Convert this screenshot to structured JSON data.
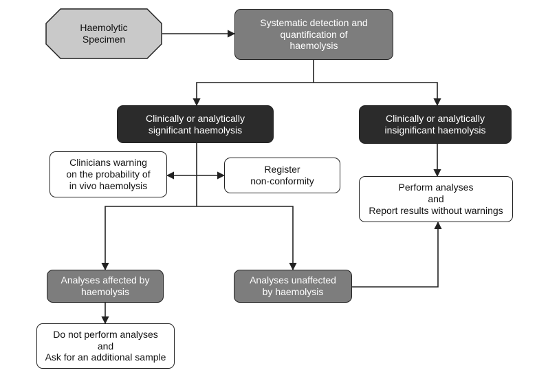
{
  "diagram": {
    "nodes": {
      "haemolytic_specimen": "Haemolytic\nSpecimen",
      "systematic_detection": "Systematic detection and\nquantification of\nhaemolysis",
      "significant": "Clinically or analytically\nsignificant haemolysis",
      "insignificant": "Clinically or analytically\ninsignificant haemolysis",
      "clinicians_warning": "Clinicians warning\non the probability of\nin vivo haemolysis",
      "register": "Register\nnon-conformity",
      "perform_analyses": "Perform analyses\nand\nReport results without warnings",
      "affected": "Analyses affected by\nhaemolysis",
      "unaffected": "Analyses unaffected\nby haemolysis",
      "do_not_perform": "Do not perform analyses\nand\nAsk for an additional sample"
    },
    "colors": {
      "dark_fill": "#2b2b2b",
      "gray_fill": "#7d7d7d",
      "specimen_fill": "#c9c9c9",
      "line": "#222222"
    }
  }
}
